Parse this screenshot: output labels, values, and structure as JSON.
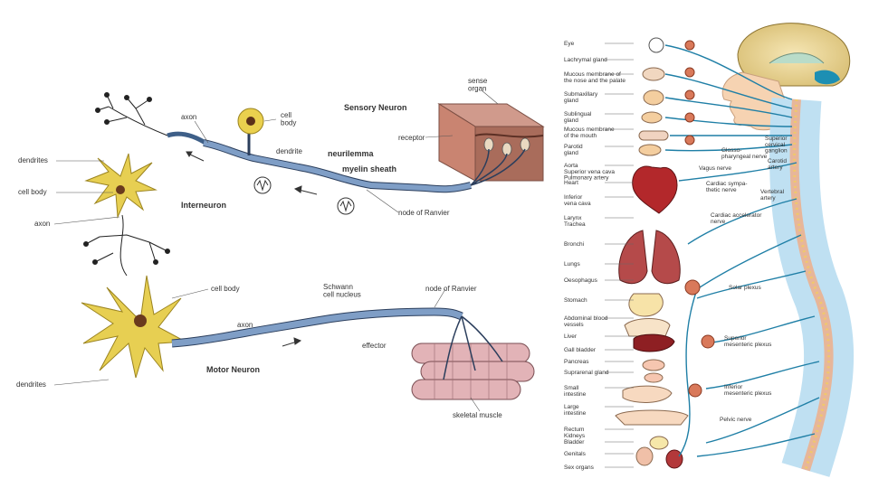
{
  "neuron_diagram": {
    "sense_organ": "sense\norgan",
    "sensory_neuron": "Sensory Neuron",
    "receptor": "receptor",
    "axon_top": "axon",
    "cell_body_top": "cell\nbody",
    "dendrite": "dendrite",
    "neurilemma": "neurilemma",
    "myelin_sheath": "myelin sheath",
    "node_of_ranvier_top": "node of Ranvier",
    "dendrites_left": "dendrites",
    "cell_body_left": "cell body",
    "axon_left": "axon",
    "interneuron": "Interneuron",
    "cell_body_motor": "cell body",
    "axon_motor": "axon",
    "schwann": "Schwann\ncell nucleus",
    "node_of_ranvier_motor": "node of Ranvier",
    "effector": "effector",
    "motor_neuron": "Motor Neuron",
    "dendrites_motor": "dendrites",
    "skeletal_muscle": "skeletal muscle"
  },
  "nervous_system": {
    "organs": [
      "Eye",
      "Lachrymal gland",
      "Mucous membrane of\nthe nose and the palate",
      "Submaxillary\ngland",
      "Sublingual\ngland",
      "Mucous membrane\nof the mouth",
      "Parotid\ngland",
      "Aorta\nSuperior vena cava\nPulmonary artery",
      "Heart",
      "Inferior\nvena cava",
      "Larynx\nTrachea",
      "Bronchi",
      "Lungs",
      "Oesophagus",
      "Stomach",
      "Abdominal blood\nvessels",
      "Liver",
      "Gall bladder",
      "Pancreas",
      "Suprarenal gland",
      "Small\nintestine",
      "Large\nintestine",
      "Rectum\nKidneys",
      "Bladder",
      "Genitals",
      "Sex organs"
    ],
    "nerves": {
      "vagus": "Vagus nerve",
      "cardiac": "Cardiac sympa-\nthetic nerve",
      "glossopharyngeal": "Glosso-\npharyngeal nerve",
      "superior_cervical": "Superior\ncervical\nganglion",
      "carotid": "Carotid\nartery",
      "vertebral": "Vertebral\nartery",
      "cardiac_accel": "Cardiac accelerator\nnerve",
      "solar": "Solar plexus",
      "superior_mesenteric": "Superior\nmesenteric plexus",
      "inferior_mesenteric": "Inferior\nmesenteric plexus",
      "pelvic": "Pelvic nerve"
    }
  }
}
